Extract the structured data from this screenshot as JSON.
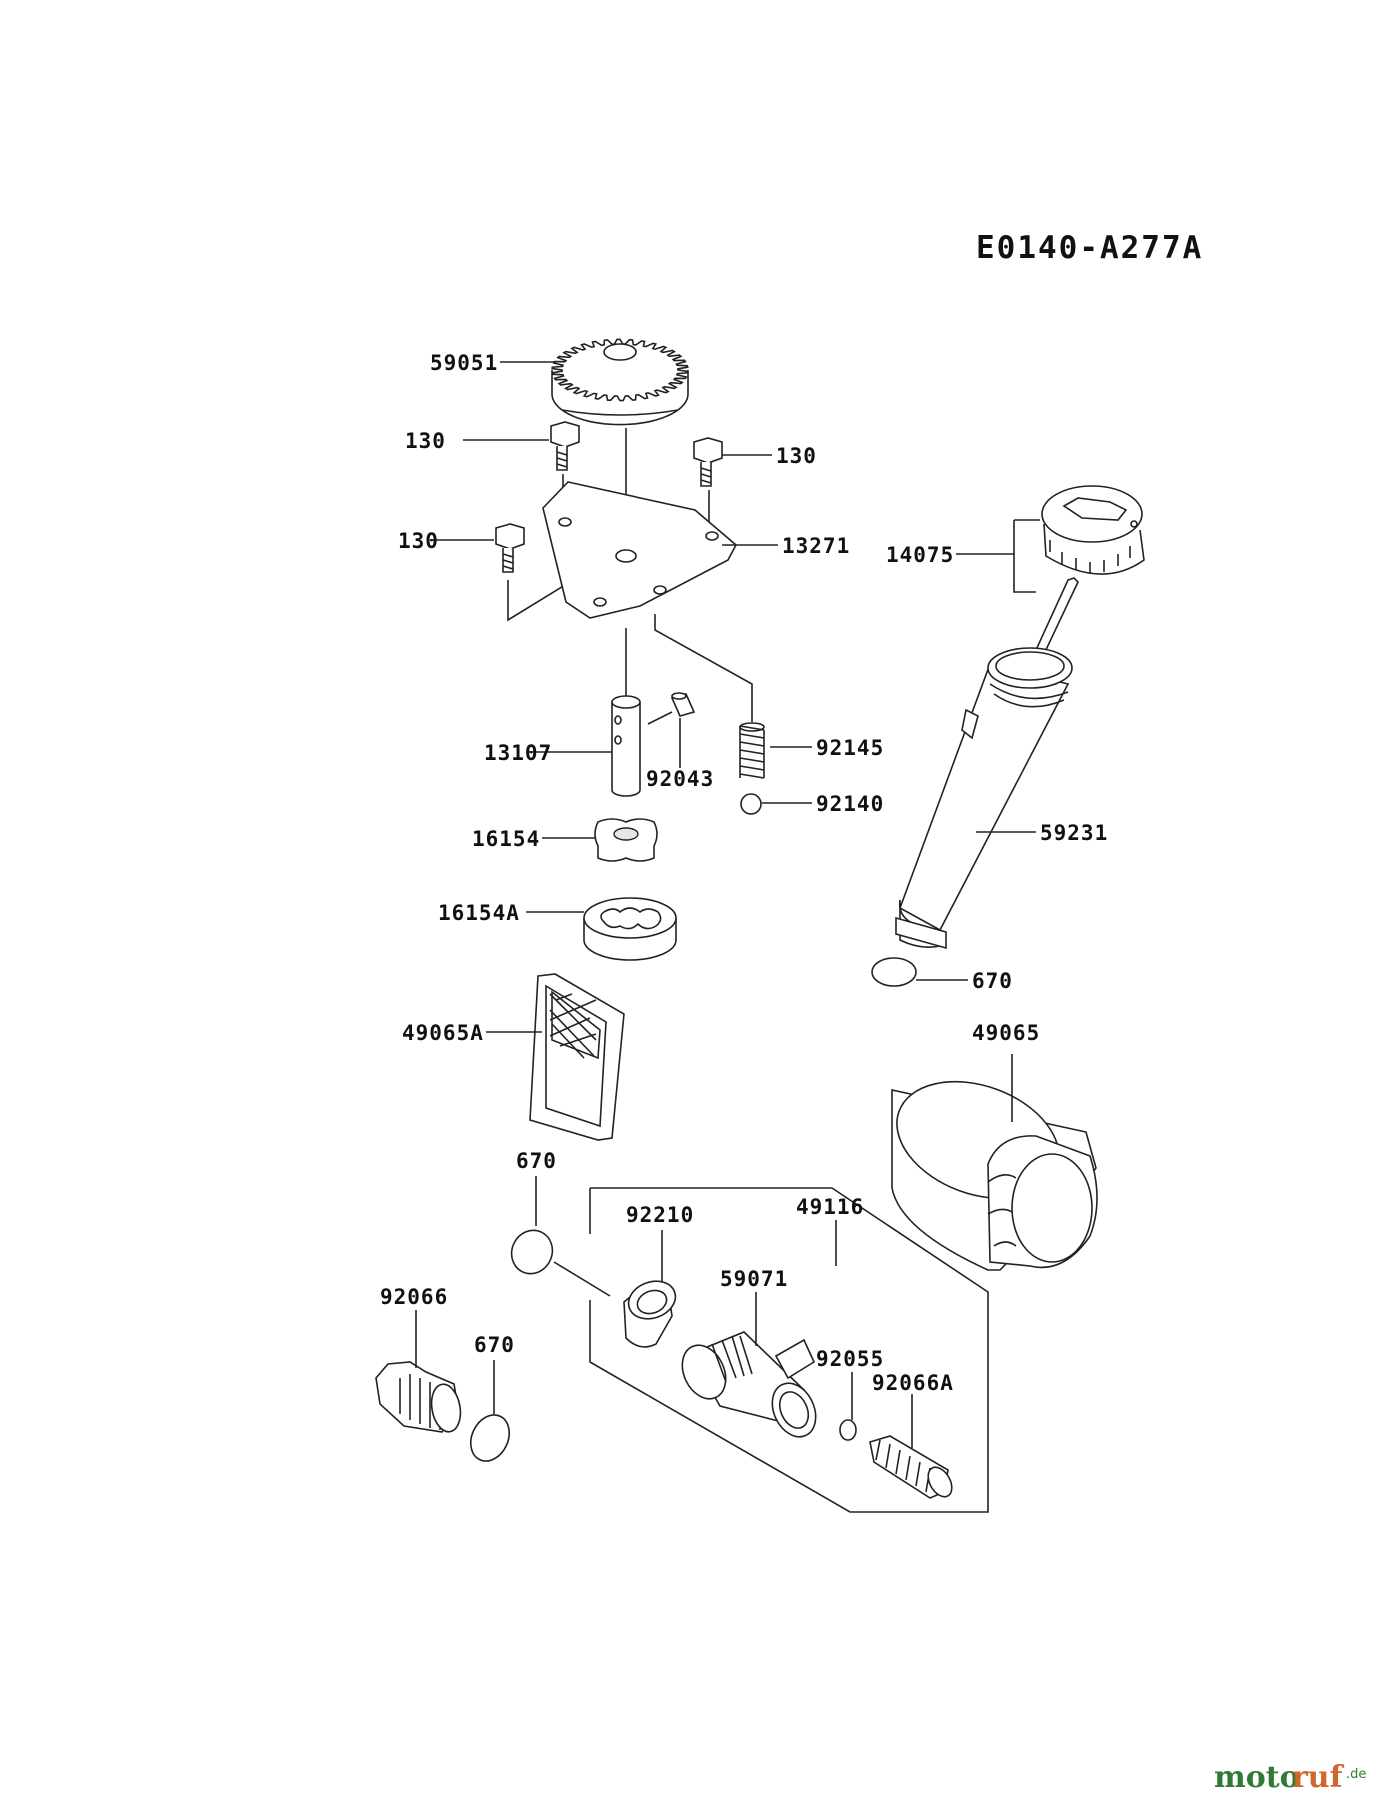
{
  "diagram_code": "E0140-A277A",
  "parts": {
    "p59051": "59051",
    "p130_a": "130",
    "p130_b": "130",
    "p130_c": "130",
    "p13271": "13271",
    "p14075": "14075",
    "p13107": "13107",
    "p92043": "92043",
    "p92145": "92145",
    "p92140": "92140",
    "p59231": "59231",
    "p16154": "16154",
    "p16154A": "16154A",
    "p670_a": "670",
    "p49065A": "49065A",
    "p49065": "49065",
    "p670_b": "670",
    "p49116": "49116",
    "p92210": "92210",
    "p59071": "59071",
    "p92066": "92066",
    "p670_c": "670",
    "p92055": "92055",
    "p92066A": "92066A"
  },
  "watermark": {
    "part1": "moto",
    "part2": "ruf",
    "suffix": ".de"
  }
}
